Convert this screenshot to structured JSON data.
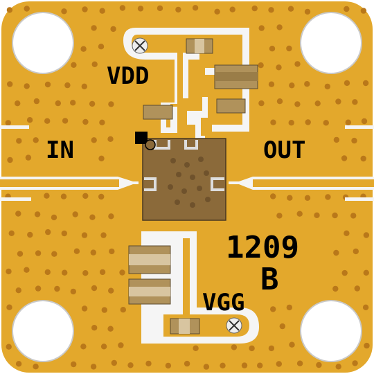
{
  "labels": {
    "vdd": "VDD",
    "vgg": "VGG",
    "in": "IN",
    "out": "OUT",
    "part_number": "1209",
    "revision": "B"
  },
  "colors": {
    "board_gold": "#e3a82c",
    "via_dot": "#b9781a",
    "trace_white": "#f5f5f5",
    "pad_light": "#f0f0f0",
    "component_tan": "#b0925b",
    "component_dark": "#7f6440",
    "chip_body": "#8b6a3a",
    "mounting_hole": "#ffffff",
    "text": "#000000"
  }
}
